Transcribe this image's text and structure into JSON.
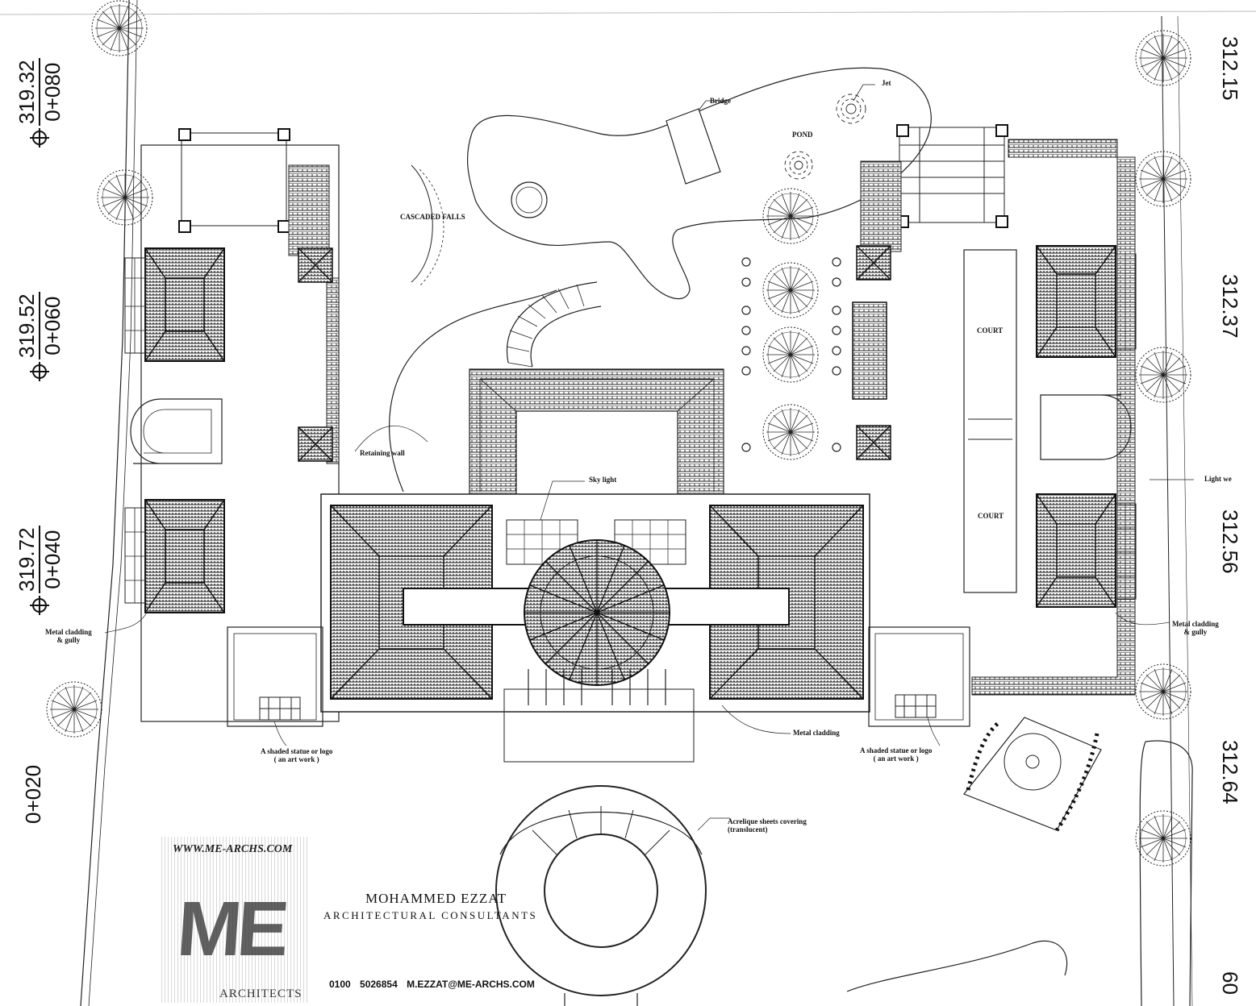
{
  "stations_left": [
    {
      "elevation": "319.32",
      "chainage": "0+080"
    },
    {
      "elevation": "319.52",
      "chainage": "0+060"
    },
    {
      "elevation": "319.72",
      "chainage": "0+040"
    },
    {
      "elevation": "",
      "chainage": "0+020"
    }
  ],
  "stations_right": [
    "312.15",
    "312.37",
    "312.56",
    "312.64",
    "60"
  ],
  "labels": {
    "bridge": "Bridge",
    "jet": "Jet",
    "pond": "POND",
    "cascaded_falls": "CASCADED FALLS",
    "retaining_wall": "Retaining wall",
    "sky_light": "Sky light",
    "court_1": "COURT",
    "court_2": "COURT",
    "light_well": "Light we",
    "metal_cladding_gully_left": "Metal cladding\n& gully",
    "metal_cladding_gully_right": "Metal cladding\n& gully",
    "metal_cladding": "Metal cladding",
    "statue_left": "A shaded statue or logo\n( an art work )",
    "statue_right": "A shaded statue or logo\n( an art work )",
    "acrelique": "Acrelique sheets covering\n(translucent)"
  },
  "logo": {
    "url": "WWW.ME-ARCHS.COM",
    "mark": "ME",
    "sub": "ARCHITECTS"
  },
  "firm": {
    "name": "MOHAMMED EZZAT",
    "subtitle": "ARCHITECTURAL CONSULTANTS",
    "phone": "0100 5026854",
    "email": "M.EZZAT@ME-ARCHS.COM"
  }
}
